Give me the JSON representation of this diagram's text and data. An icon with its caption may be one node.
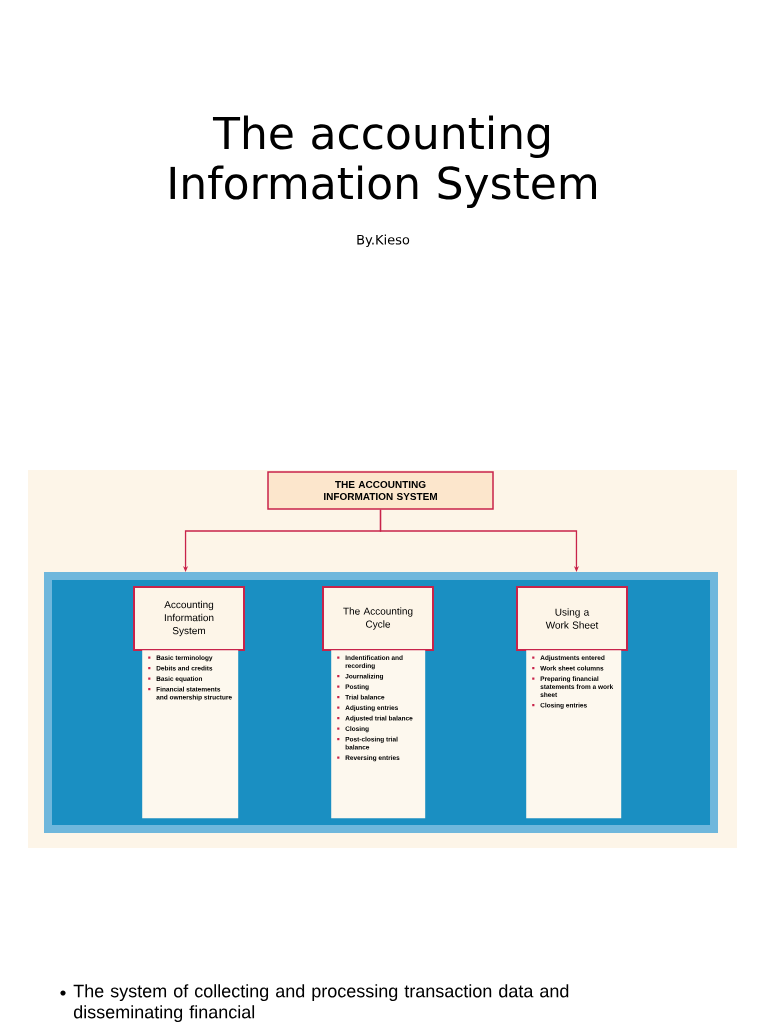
{
  "diagram": {
    "title": "The accounting Information System",
    "nodes": [
      {
        "text": [
          "THE ACCOUNTING INFORMATION SYSTEM"
        ]
      },
      {
        "text": [],
        "shape": "box"
      },
      {
        "text": [
          "Accounting Information System"
        ],
        "in": 1
      },
      {
        "text": [
          "Basic terminology",
          "Debits and credits",
          "Basic equation",
          "Financial statements and ownership structure"
        ],
        "in": 1
      },
      {
        "text": [
          "The Accounting Cycle"
        ],
        "in": 1
      },
      {
        "text": [
          "Indentification and recording",
          "Journalizing",
          "Posting",
          "Trial balance",
          "Adjusting entries",
          "Adjusted trial balance",
          "Closing",
          "Post-closing trial balance",
          "Reversing entries"
        ],
        "in": 1
      },
      {
        "text": [
          "Using a Work Sheet"
        ],
        "in": 1
      },
      {
        "text": [
          "Adjustments entered",
          "Work sheet columns",
          "Preparing financial statements from a work sheet",
          "Closing entries"
        ],
        "in": 1
      }
    ],
    "edges": [
      {
        "from": 0,
        "to": 1,
        "arrow": "to"
      },
      {
        "from": 0,
        "to": 1,
        "arrow": "to"
      }
    ],
    "labels": [
      "By.Kieso",
      "The system of collecting and processing transaction data and disseminating financial"
    ]
  }
}
